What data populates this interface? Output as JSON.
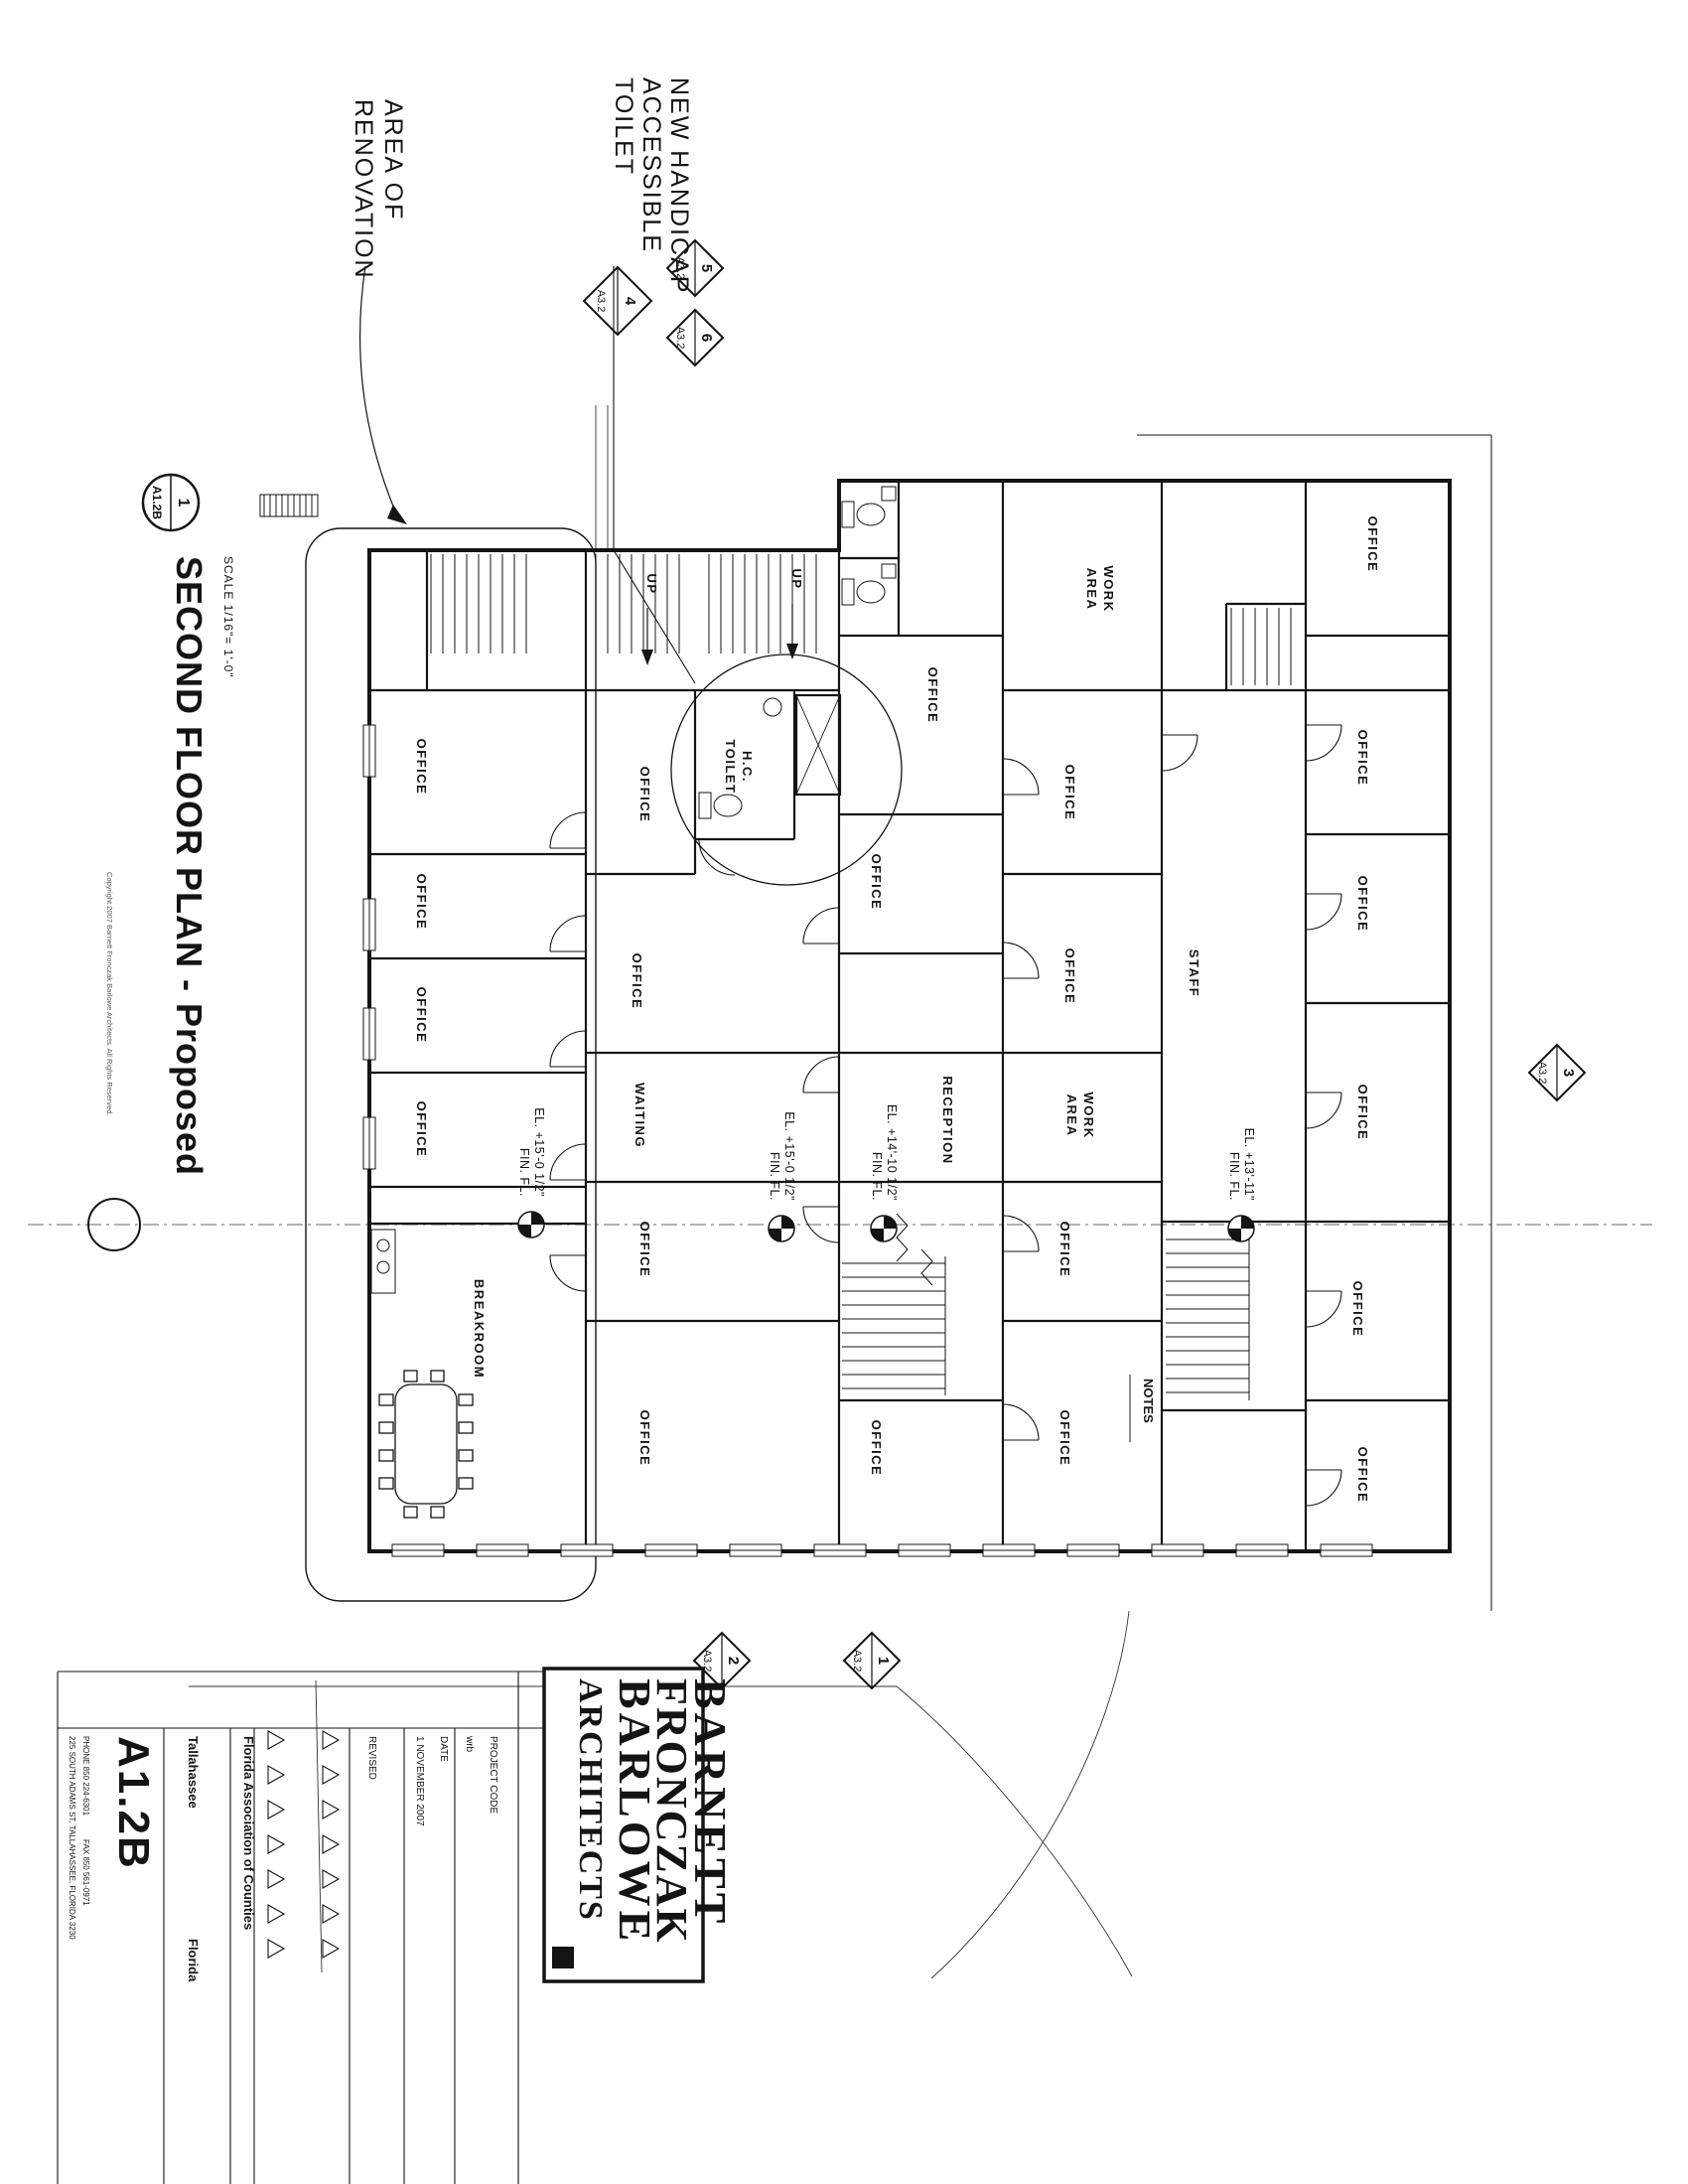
{
  "sheet": {
    "callout_number": "1",
    "callout_sheet": "A1.2B",
    "title": "SECOND FLOOR PLAN - Proposed",
    "scale": "SCALE 1/16\"= 1'-0\"",
    "copyright": "Copyright 2007 Barnett Fronczak Barlowe Architects. All Rights Reserved."
  },
  "callouts": {
    "renovation": [
      "AREA OF",
      "RENOVATION"
    ],
    "handicap": [
      "NEW HANDICAP",
      "ACCESSIBLE",
      "TOILET"
    ]
  },
  "rooms": {
    "office": "OFFICE",
    "waiting": "WAITING",
    "breakroom": "BREAKROOM",
    "reception": "RECEPTION",
    "staff": "STAFF",
    "work": "WORK",
    "area": "AREA",
    "hc": "H.C.",
    "toilet": "TOILET",
    "up": "UP"
  },
  "elevations": [
    {
      "el": "EL. +15'-0 1/2\"",
      "fin": "FIN. FL."
    },
    {
      "el": "EL. +15'-0 1/2\"",
      "fin": "FIN. FL."
    },
    {
      "el": "EL. +14'-10 1/2\"",
      "fin": "FIN. FL."
    },
    {
      "el": "EL. +13'-11\"",
      "fin": "FIN. FL."
    }
  ],
  "markers": [
    {
      "num": "4",
      "sheet": "A3.2"
    },
    {
      "num": "5",
      "sheet": "A3.2"
    },
    {
      "num": "6",
      "sheet": "A3.2"
    },
    {
      "num": "2",
      "sheet": "A3.2"
    },
    {
      "num": "1",
      "sheet": "A3.2"
    },
    {
      "num": "3",
      "sheet": "A3.2"
    }
  ],
  "titleblock": {
    "firm": [
      "BARNETT",
      "FRONCZAK",
      "BARLOWE",
      "ARCHITECTS"
    ],
    "sheet_number": "A1.2B",
    "address": "225 SOUTH ADAMS ST, TALLAHASSEE, FLORIDA 3230",
    "phone": "PHONE 850 224-6301",
    "fax": "FAX 850 561-0971",
    "city": "Tallahassee",
    "state": "Florida",
    "client": "Florida Association of Counties",
    "revised_label": "REVISED",
    "date_label": "DATE",
    "date_value": "1 NOVEMBER 2007",
    "project_code_label": "PROJECT CODE",
    "drawn_by": "wrb",
    "notes_label": "NOTES"
  }
}
